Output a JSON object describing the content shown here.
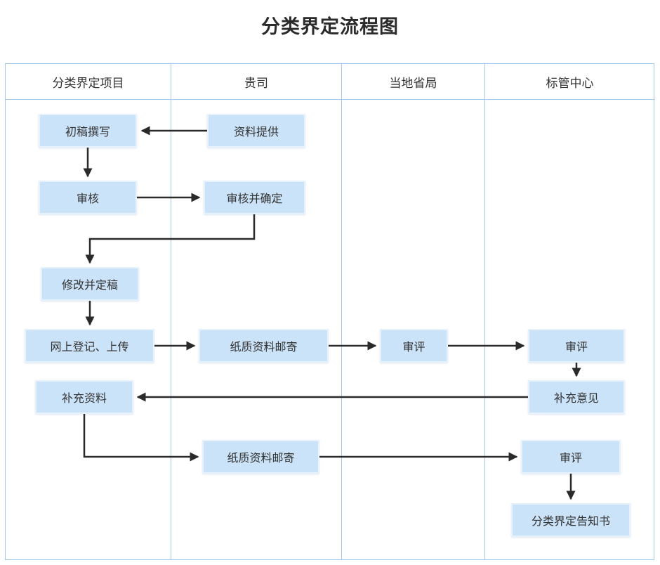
{
  "title": "分类界定流程图",
  "lanes": [
    "分类界定项目",
    "贵司",
    "当地省局",
    "标管中心"
  ],
  "nodes": [
    {
      "id": "draft-writing",
      "lane": 0,
      "label": "初稿撰写"
    },
    {
      "id": "material-provide",
      "lane": 1,
      "label": "资料提供"
    },
    {
      "id": "review",
      "lane": 0,
      "label": "审核"
    },
    {
      "id": "review-confirm",
      "lane": 1,
      "label": "审核并确定"
    },
    {
      "id": "revise-finalize",
      "lane": 0,
      "label": "修改并定稿"
    },
    {
      "id": "online-register-upload",
      "lane": 0,
      "label": "网上登记、上传"
    },
    {
      "id": "paper-mail-1",
      "lane": 1,
      "label": "纸质资料邮寄"
    },
    {
      "id": "review-province",
      "lane": 2,
      "label": "审评"
    },
    {
      "id": "review-center-1",
      "lane": 3,
      "label": "审评"
    },
    {
      "id": "supplement-opinion",
      "lane": 3,
      "label": "补充意见"
    },
    {
      "id": "supplement-material",
      "lane": 0,
      "label": "补充资料"
    },
    {
      "id": "paper-mail-2",
      "lane": 1,
      "label": "纸质资料邮寄"
    },
    {
      "id": "review-center-2",
      "lane": 3,
      "label": "审评"
    },
    {
      "id": "notice",
      "lane": 3,
      "label": "分类界定告知书"
    }
  ],
  "edges": [
    {
      "from": "material-provide",
      "to": "draft-writing"
    },
    {
      "from": "draft-writing",
      "to": "review"
    },
    {
      "from": "review",
      "to": "review-confirm"
    },
    {
      "from": "review-confirm",
      "to": "revise-finalize"
    },
    {
      "from": "revise-finalize",
      "to": "online-register-upload"
    },
    {
      "from": "online-register-upload",
      "to": "paper-mail-1"
    },
    {
      "from": "paper-mail-1",
      "to": "review-province"
    },
    {
      "from": "review-province",
      "to": "review-center-1"
    },
    {
      "from": "review-center-1",
      "to": "supplement-opinion"
    },
    {
      "from": "supplement-opinion",
      "to": "supplement-material"
    },
    {
      "from": "supplement-material",
      "to": "paper-mail-2"
    },
    {
      "from": "paper-mail-2",
      "to": "review-center-2"
    },
    {
      "from": "review-center-2",
      "to": "notice"
    }
  ],
  "colors": {
    "frame_border": "#a4c9ee",
    "node_fill": "#cbe3f8",
    "node_border": "#e7f2fd",
    "arrow": "#2a2a2a",
    "text": "#333333"
  }
}
